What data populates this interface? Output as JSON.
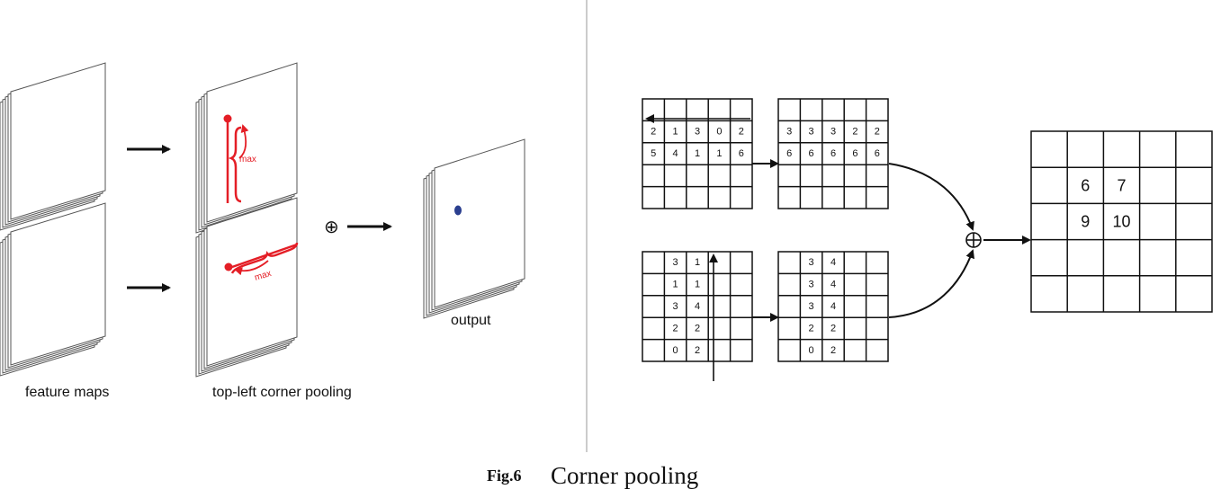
{
  "left_panel": {
    "label_feature_maps": "feature maps",
    "label_corner_pooling": "top-left corner pooling",
    "label_output": "output",
    "max_label_top": "max",
    "max_label_bottom": "max",
    "oplus_symbol": "⊕"
  },
  "right_panel": {
    "top_input": [
      [
        "",
        "",
        "",
        "",
        ""
      ],
      [
        "2",
        "1",
        "3",
        "0",
        "2"
      ],
      [
        "5",
        "4",
        "1",
        "1",
        "6"
      ],
      [
        "",
        "",
        "",
        "",
        ""
      ],
      [
        "",
        "",
        "",
        "",
        ""
      ]
    ],
    "top_output": [
      [
        "",
        "",
        "",
        "",
        ""
      ],
      [
        "3",
        "3",
        "3",
        "2",
        "2"
      ],
      [
        "6",
        "6",
        "6",
        "6",
        "6"
      ],
      [
        "",
        "",
        "",
        "",
        ""
      ],
      [
        "",
        "",
        "",
        "",
        ""
      ]
    ],
    "bottom_input": [
      [
        "",
        "3",
        "1",
        "",
        ""
      ],
      [
        "",
        "1",
        "1",
        "",
        ""
      ],
      [
        "",
        "3",
        "4",
        "",
        ""
      ],
      [
        "",
        "2",
        "2",
        "",
        ""
      ],
      [
        "",
        "0",
        "2",
        "",
        ""
      ]
    ],
    "bottom_output": [
      [
        "",
        "3",
        "4",
        "",
        ""
      ],
      [
        "",
        "3",
        "4",
        "",
        ""
      ],
      [
        "",
        "3",
        "4",
        "",
        ""
      ],
      [
        "",
        "2",
        "2",
        "",
        ""
      ],
      [
        "",
        "0",
        "2",
        "",
        ""
      ]
    ],
    "result": [
      [
        "",
        "",
        "",
        "",
        ""
      ],
      [
        "",
        "6",
        "7",
        "",
        ""
      ],
      [
        "",
        "9",
        "10",
        "",
        ""
      ],
      [
        "",
        "",
        "",
        "",
        ""
      ],
      [
        "",
        "",
        "",
        "",
        ""
      ]
    ],
    "oplus_symbol": "⊕"
  },
  "caption": {
    "fig_label": "Fig.6",
    "title": "Corner pooling"
  },
  "colors": {
    "accent_red": "#e41e26",
    "dot_blue": "#2b3f8f",
    "line": "#111111"
  }
}
